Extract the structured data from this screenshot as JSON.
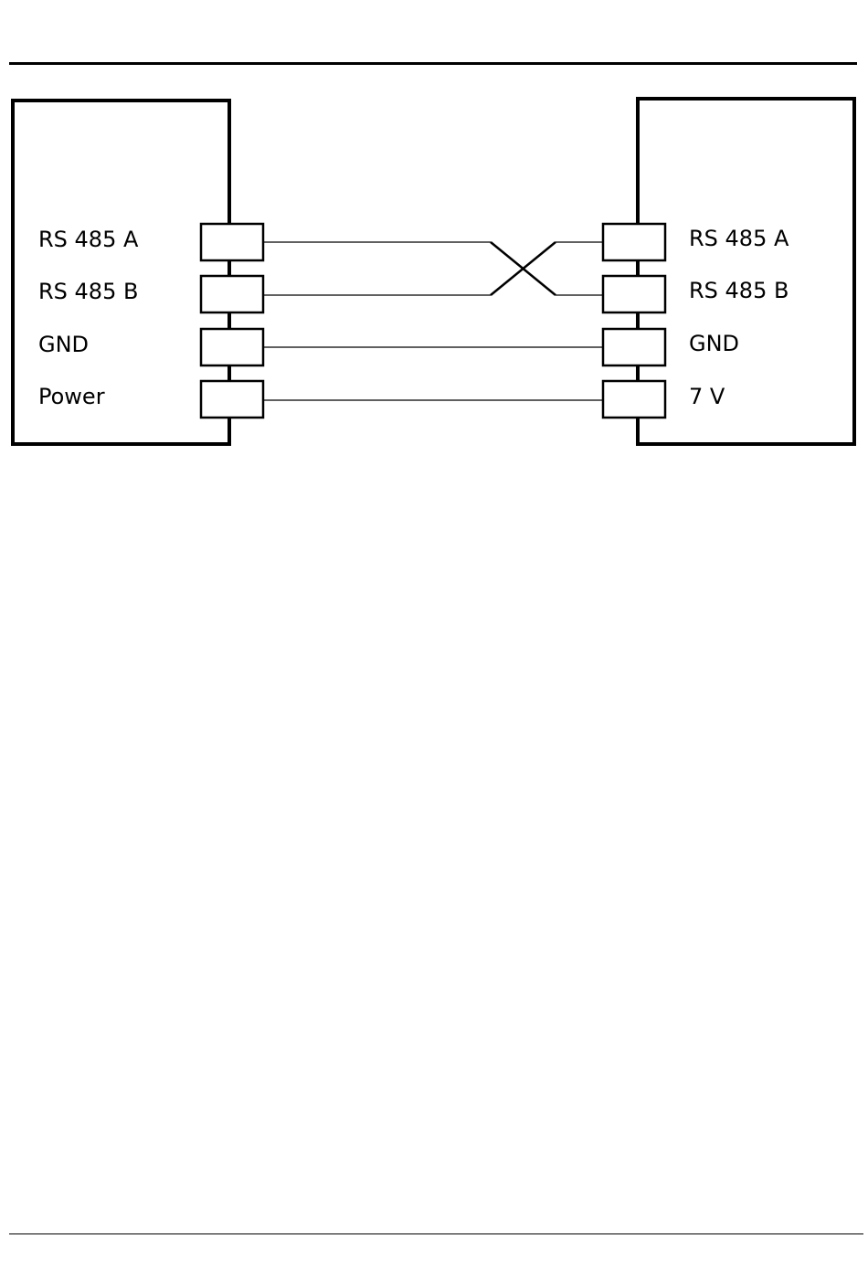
{
  "left_device": {
    "pins": [
      {
        "label": "RS 485 A"
      },
      {
        "label": "RS 485 B"
      },
      {
        "label": "GND"
      },
      {
        "label": "Power"
      }
    ]
  },
  "right_device": {
    "pins": [
      {
        "label": "RS 485 A"
      },
      {
        "label": "RS 485 B"
      },
      {
        "label": "GND"
      },
      {
        "label": "7 V"
      }
    ]
  },
  "wiring": [
    {
      "from": "RS 485 A",
      "to": "RS 485 B",
      "crossed": true
    },
    {
      "from": "RS 485 B",
      "to": "RS 485 A",
      "crossed": true
    },
    {
      "from": "GND",
      "to": "GND",
      "crossed": false
    },
    {
      "from": "Power",
      "to": "7 V",
      "crossed": false
    }
  ]
}
